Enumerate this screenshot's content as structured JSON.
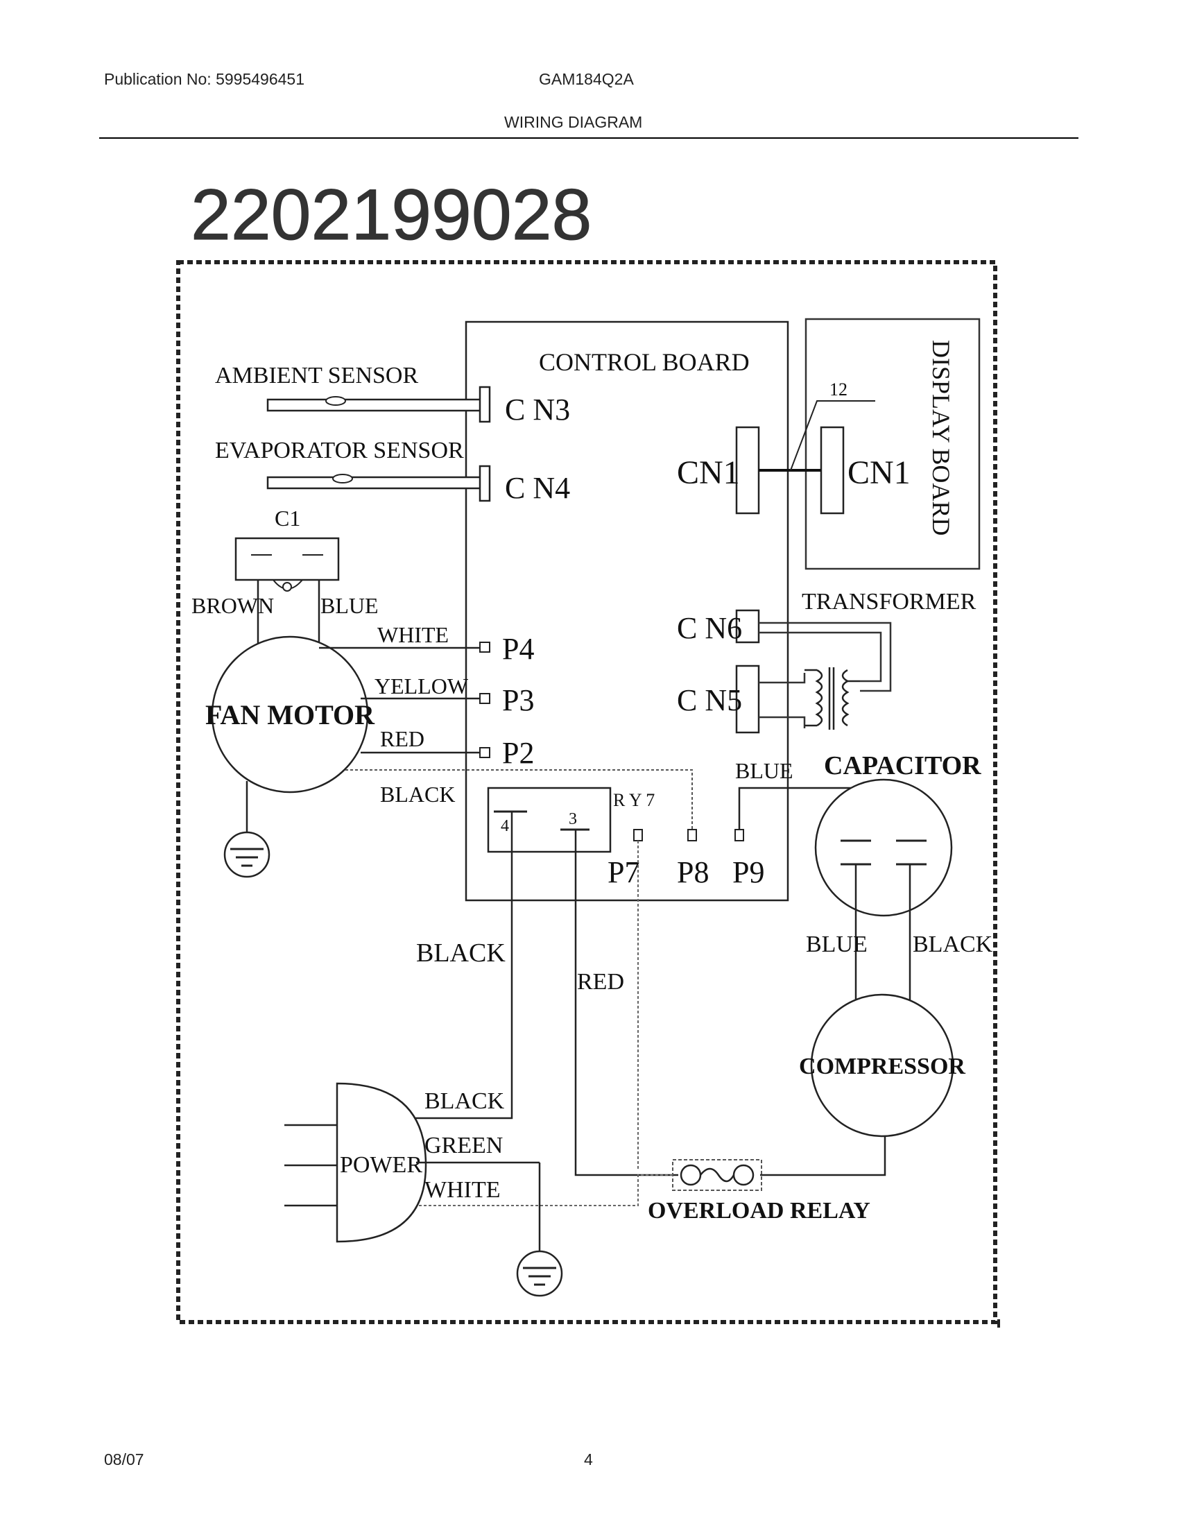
{
  "header": {
    "publication": "Publication No: 5995496451",
    "model": "GAM184Q2A",
    "title": "WIRING DIAGRAM"
  },
  "diagram": {
    "part_number": "2202199028",
    "labels": {
      "ambient_sensor": "AMBIENT SENSOR",
      "evaporator_sensor": "EVAPORATOR SENSOR",
      "control_board": "CONTROL BOARD",
      "display_board": "DISPLAY BOARD",
      "cn3": "C N3",
      "cn4": "C N4",
      "cn1_left": "CN1",
      "cn1_right": "CN1",
      "wire_12": "12",
      "c1": "C1",
      "brown": "BROWN",
      "blue_fan": "BLUE",
      "white_p4": "WHITE",
      "yellow": "YELLOW",
      "red_p2": "RED",
      "black_fan": "BLACK",
      "p4": "P4",
      "p3": "P3",
      "p2": "P2",
      "fan_motor": "FAN MOTOR",
      "transformer": "TRANSFORMER",
      "cn6": "C N6",
      "cn5": "C N5",
      "blue_p9": "BLUE",
      "capacitor": "CAPACITOR",
      "ry7": "R Y 7",
      "pin4": "4",
      "pin3": "3",
      "p7": "P7",
      "p8": "P8",
      "p9": "P9",
      "black_mid": "BLACK",
      "red_mid": "RED",
      "blue_comp": "BLUE",
      "black_comp": "BLACK",
      "compressor": "COMPRESSOR",
      "black_power": "BLACK",
      "green_power": "GREEN",
      "white_power": "WHITE",
      "power": "POWER",
      "overload_relay": "OVERLOAD RELAY"
    }
  },
  "footer": {
    "date": "08/07",
    "page": "4"
  }
}
